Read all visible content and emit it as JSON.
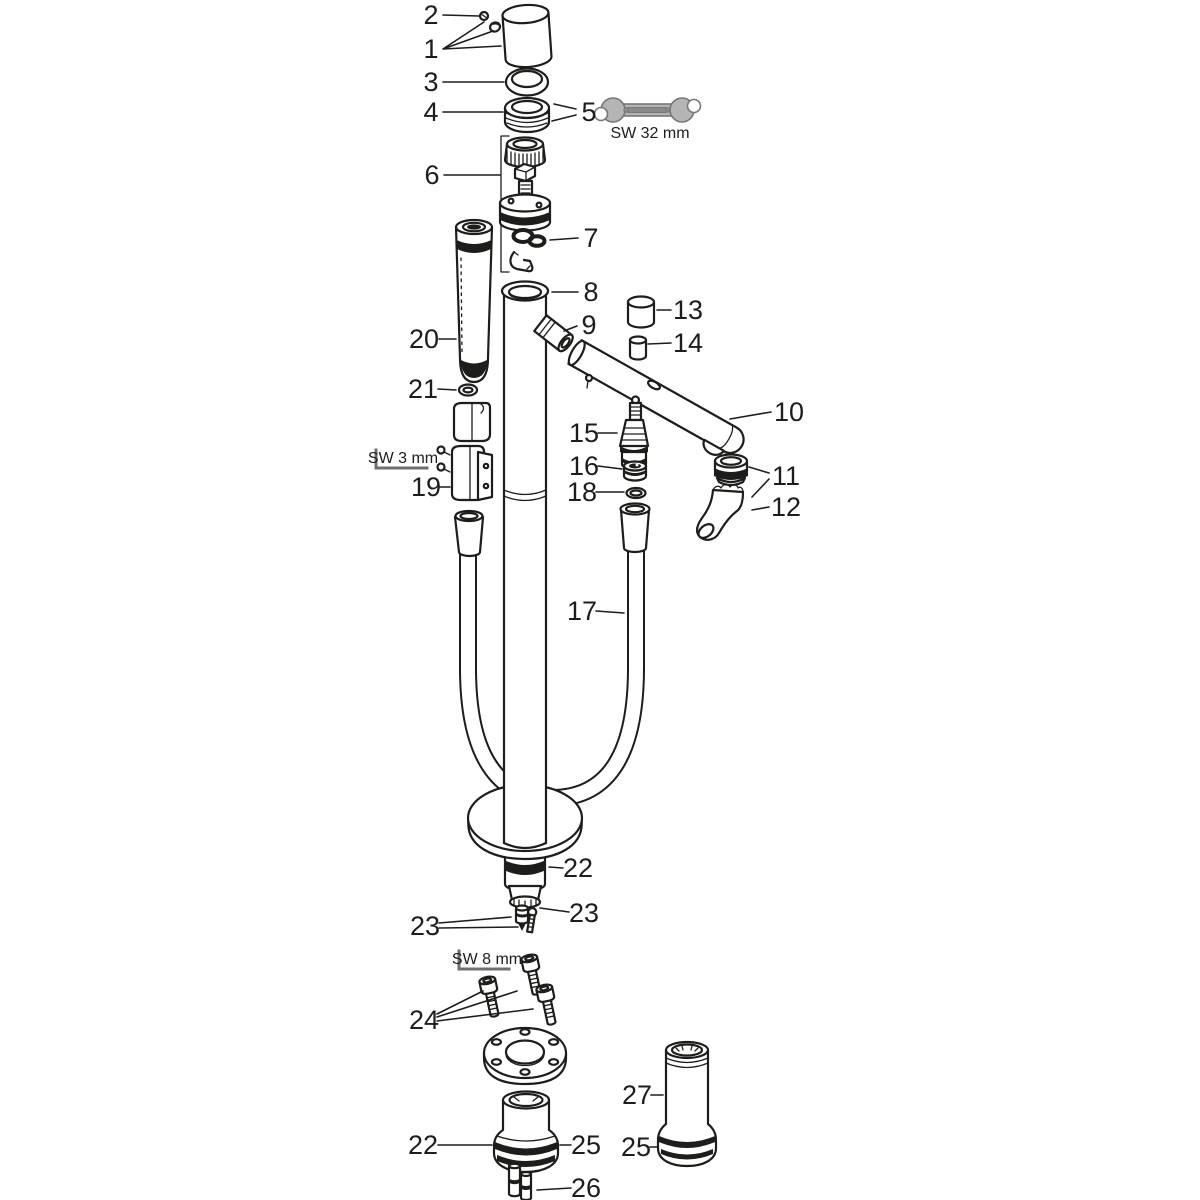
{
  "figure": {
    "kind": "exploded-parts-diagram",
    "line_color": "#1d1d1b",
    "background": "#ffffff",
    "tool_color": "#b5b5b5"
  },
  "callouts": {
    "c1": "1",
    "c2": "2",
    "c3": "3",
    "c4": "4",
    "c5": "5",
    "c6": "6",
    "c7": "7",
    "c8": "8",
    "c9": "9",
    "c10": "10",
    "c11": "11",
    "c12": "12",
    "c13": "13",
    "c14": "14",
    "c15": "15",
    "c16": "16",
    "c17": "17",
    "c18": "18",
    "c19": "19",
    "c20": "20",
    "c21": "21",
    "c22": "22",
    "c23": "23",
    "c24": "24",
    "c25": "25",
    "c26": "26",
    "c27": "27"
  },
  "tools": {
    "wrench_size": "SW 32 mm",
    "allen_small": "SW 3 mm",
    "allen_large": "SW 8 mm"
  }
}
